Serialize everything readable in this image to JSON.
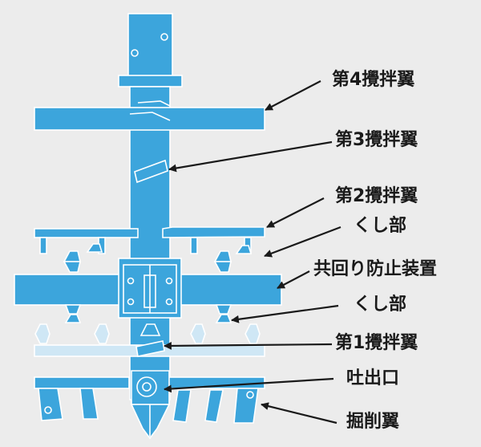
{
  "colors": {
    "machine_blue": "#3ca5dc",
    "pale_blue": "#cfe7f5",
    "background": "#ececec",
    "text": "#1a1a1a"
  },
  "labels": {
    "blade4": "第4攪拌翼",
    "blade3": "第3攪拌翼",
    "blade2": "第2攪拌翼",
    "comb_upper": "くし部",
    "co_rotation": "共回り防止装置",
    "comb_lower": "くし部",
    "blade1": "第1攪拌翼",
    "outlet": "吐出口",
    "excavation": "掘削翼"
  }
}
